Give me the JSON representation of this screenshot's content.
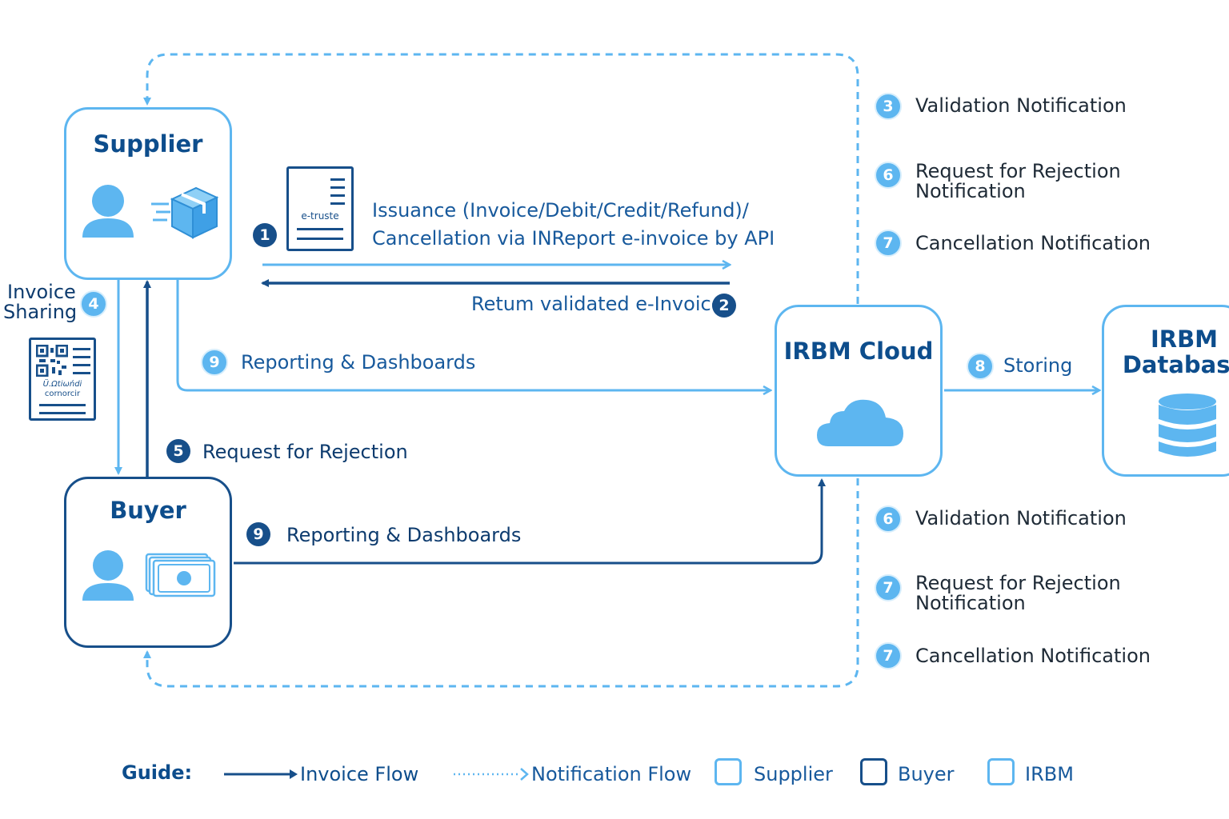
{
  "nodes": {
    "supplier": {
      "title": "Supplier"
    },
    "buyer": {
      "title": "Buyer"
    },
    "irbm_cloud": {
      "title": "IRBM Cloud"
    },
    "irbm_database": {
      "title": "IRBM Database"
    }
  },
  "document_icon": {
    "text": "e-truste"
  },
  "qr_document": {
    "text_line1": "Ü.Ωtiωńdi",
    "text_line2": "cornorcir"
  },
  "flows": {
    "issuance": {
      "step": "1",
      "line1": "Issuance (Invoice/Debit/Credit/Refund)/",
      "line2": "Cancellation via INReport e-invoice by API"
    },
    "return": {
      "step": "2",
      "text": "Retum validated e-Invoice"
    },
    "invoice_sharing": {
      "step": "4",
      "line1": "Invoice",
      "line2": "Sharing"
    },
    "request_rejection": {
      "step": "5",
      "text": "Request for Rejection"
    },
    "reporting_supplier": {
      "step": "9",
      "text": "Reporting & Dashboards"
    },
    "reporting_buyer": {
      "step": "9",
      "text": "Reporting & Dashboards"
    },
    "storing": {
      "step": "8",
      "text": "Storing"
    }
  },
  "notifications_supplier": [
    {
      "step": "3",
      "line1": "Validation Notification",
      "line2": ""
    },
    {
      "step": "6",
      "line1": "Request for Rejection",
      "line2": "Notification"
    },
    {
      "step": "7",
      "line1": "Cancellation Notification",
      "line2": ""
    }
  ],
  "notifications_buyer": [
    {
      "step": "6",
      "line1": "Validation Notification",
      "line2": ""
    },
    {
      "step": "7",
      "line1": "Request for Rejection",
      "line2": "Notification"
    },
    {
      "step": "7",
      "line1": "Cancellation Notification",
      "line2": ""
    }
  ],
  "legend": {
    "title": "Guide:",
    "invoice_flow": "Invoice Flow",
    "notification_flow": "Notification Flow",
    "supplier": "Supplier",
    "buyer": "Buyer",
    "irbm": "IRBM"
  },
  "colors": {
    "dark_blue": "#174f8a",
    "light_blue": "#5db6f0",
    "title_blue": "#0d4d8c"
  }
}
